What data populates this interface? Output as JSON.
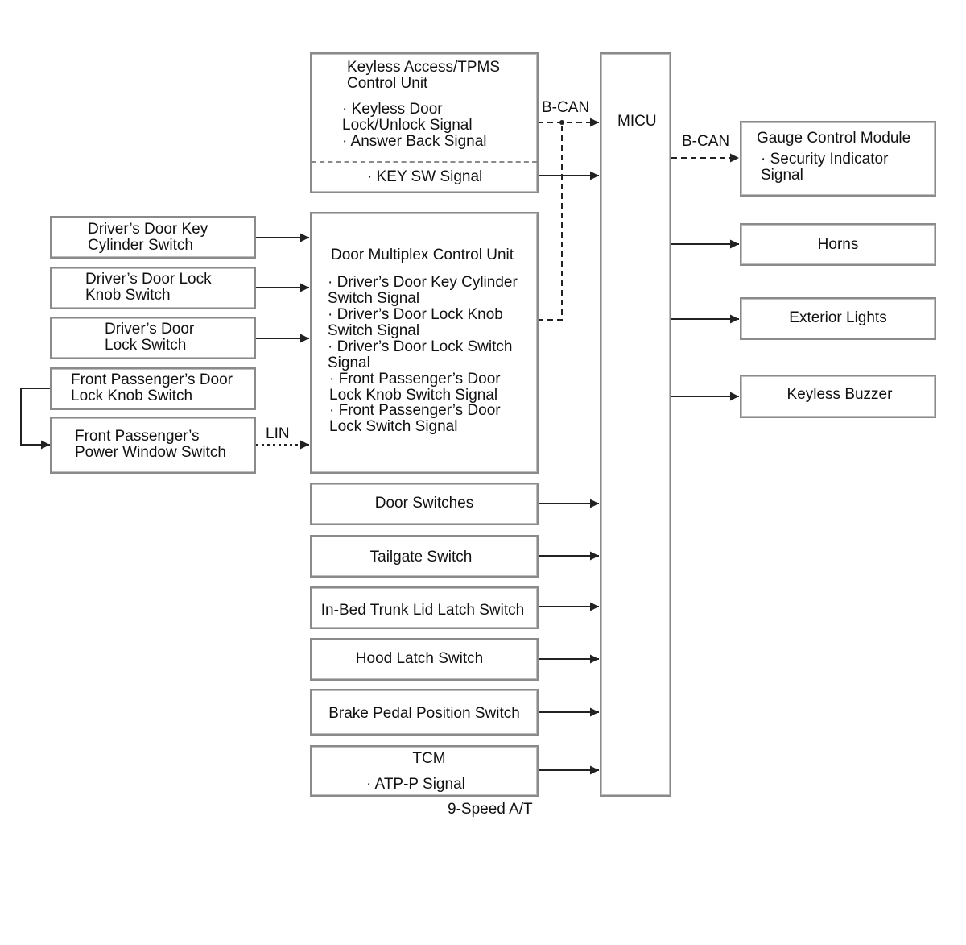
{
  "keyless_unit": {
    "title_l1": "Keyless Access/TPMS",
    "title_l2": "Control Unit",
    "sig1_l1": "· Keyless Door",
    "sig1_l2": "Lock/Unlock Signal",
    "sig2": "· Answer Back Signal",
    "sig3": "· KEY SW Signal"
  },
  "bcan_left": "B-CAN",
  "bcan_right": "B-CAN",
  "lin": "LIN",
  "micu": "MICU",
  "left_switches": {
    "key_cyl_l1": "Driver’s Door Key",
    "key_cyl_l2": "Cylinder Switch",
    "lock_knob_l1": "Driver’s Door Lock",
    "lock_knob_l2": "Knob Switch",
    "lock_sw_l1": "Driver’s Door",
    "lock_sw_l2": "Lock Switch",
    "fp_knob_l1": "Front Passenger’s Door",
    "fp_knob_l2": "Lock Knob Switch",
    "fp_window_l1": "Front Passenger’s",
    "fp_window_l2": "Power Window Switch"
  },
  "door_mux": {
    "title": "Door Multiplex Control Unit",
    "lines": [
      "· Driver’s Door Key Cylinder",
      "Switch Signal",
      "· Driver’s Door Lock Knob",
      "Switch Signal",
      "· Driver’s Door Lock Switch",
      "Signal",
      "· Front Passenger’s Door",
      "Lock Knob Switch Signal",
      "· Front Passenger’s Door",
      "Lock Switch Signal"
    ]
  },
  "inputs": {
    "door_switches": "Door Switches",
    "tailgate": "Tailgate Switch",
    "in_bed": "In-Bed Trunk Lid Latch Switch",
    "hood": "Hood Latch Switch",
    "brake": "Brake Pedal Position Switch",
    "tcm_title": "TCM",
    "tcm_signal": "· ATP-P Signal",
    "tcm_caption": "9-Speed A/T"
  },
  "outputs": {
    "gauge_title": "Gauge Control Module",
    "gauge_sig_l1": "· Security Indicator",
    "gauge_sig_l2": "Signal",
    "horns": "Horns",
    "exterior_lights": "Exterior Lights",
    "keyless_buzzer": "Keyless Buzzer"
  },
  "colors": {
    "line": "#222222",
    "box_border": "#8a8a8a"
  }
}
